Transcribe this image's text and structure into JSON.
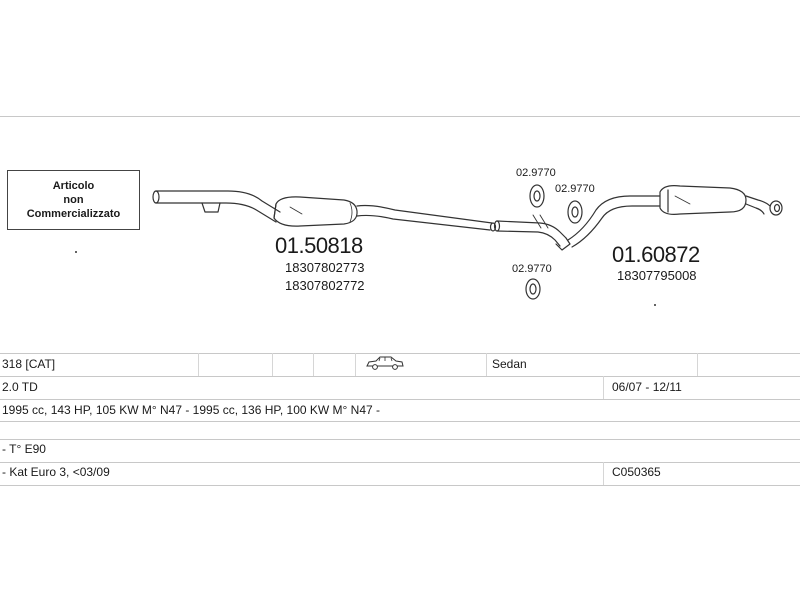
{
  "not_sold_notice": [
    "Articolo",
    "non",
    "Commercializzato"
  ],
  "parts": {
    "front_muffler": {
      "number": "01.50818",
      "refs": [
        "18307802773",
        "18307802772"
      ]
    },
    "rear_muffler": {
      "number": "01.60872",
      "refs": [
        "18307795008"
      ]
    },
    "mounts": [
      {
        "number": "02.9770"
      },
      {
        "number": "02.9770"
      },
      {
        "number": "02.9770"
      }
    ]
  },
  "vehicle": {
    "model": "318  [CAT]",
    "body": "Sedan",
    "engine": "2.0 TD",
    "years": "06/07 - 12/11",
    "specs": "1995 cc, 143 HP, 105 KW M° N47 - 1995 cc, 136 HP, 100 KW M° N47 -",
    "chassis": "- T° E90",
    "emission": "- Kat Euro 3, <03/09",
    "code": "C050365"
  },
  "icons": {
    "body_type": "sedan-car-icon"
  }
}
